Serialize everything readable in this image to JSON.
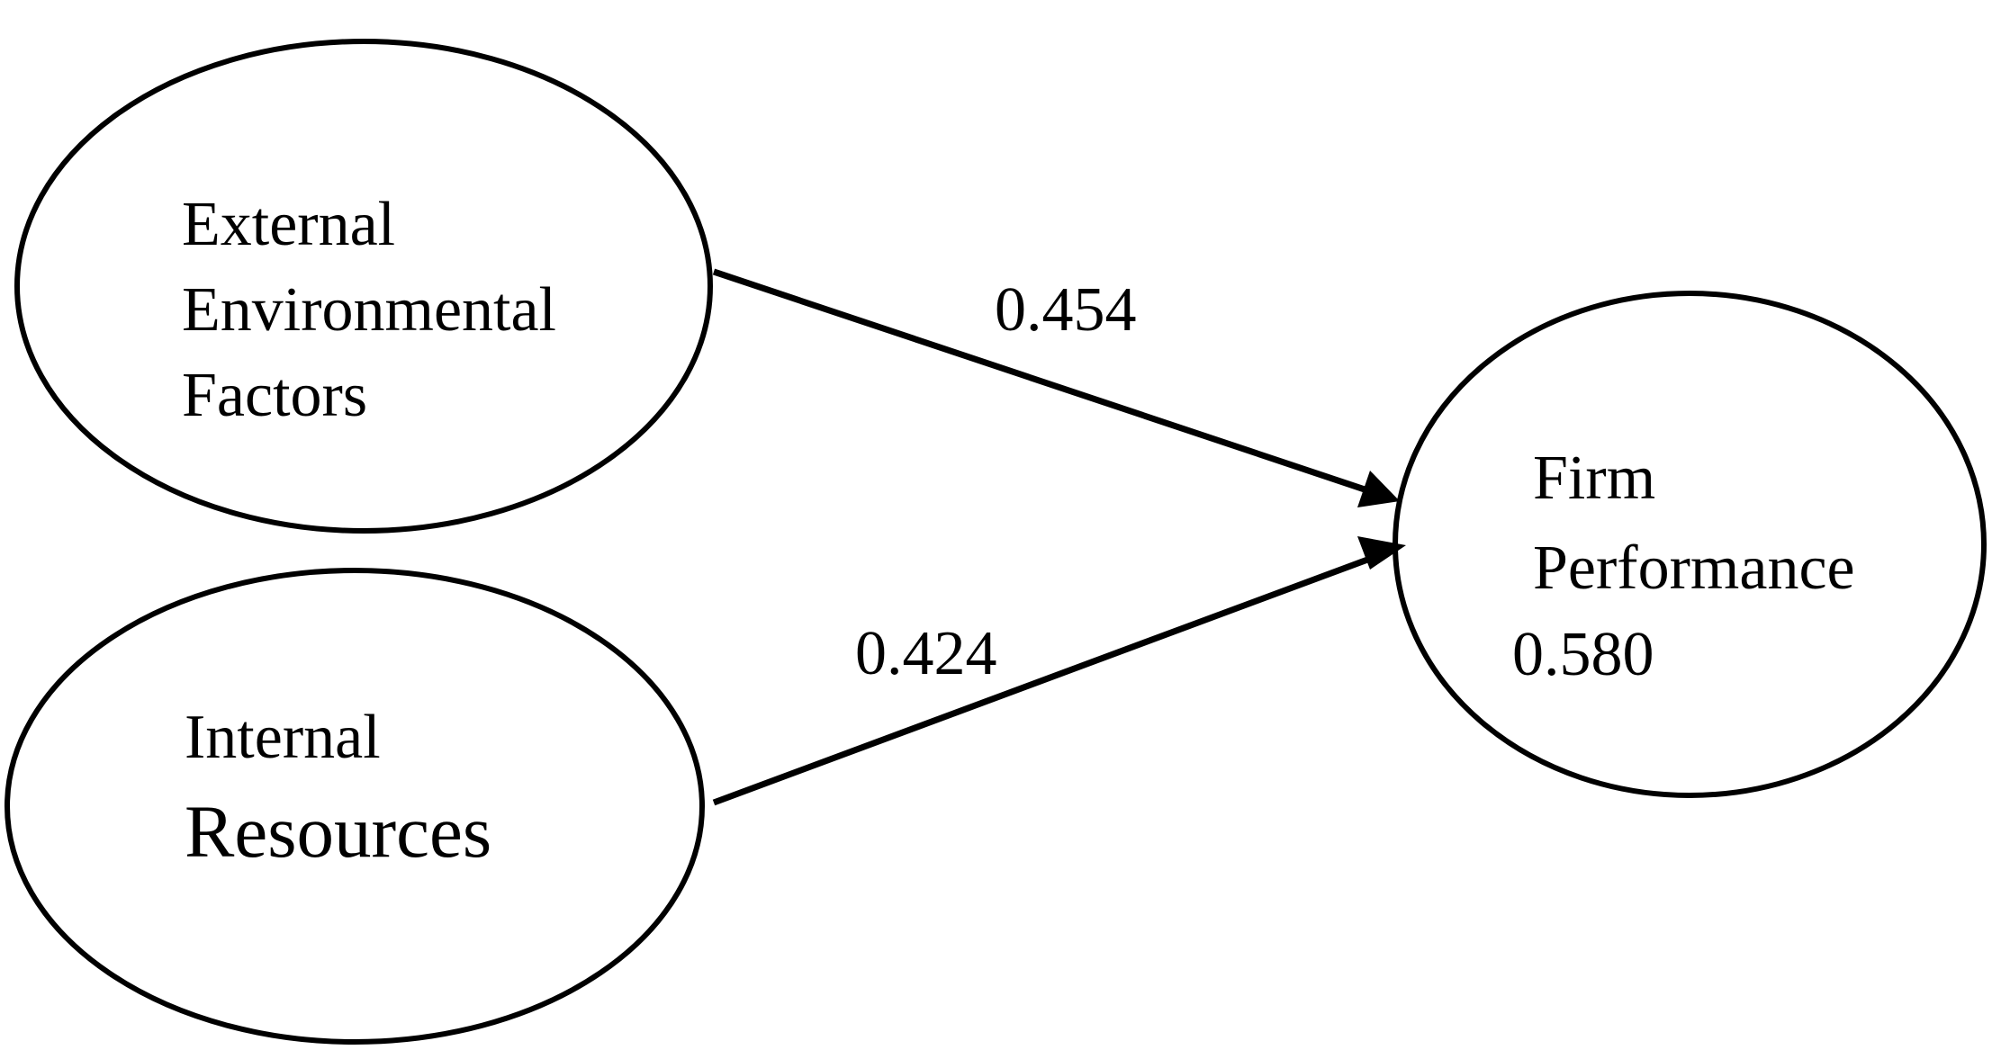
{
  "nodes": {
    "external": {
      "line1": "External",
      "line2": "Environmental",
      "line3": "Factors"
    },
    "internal": {
      "line1": "Internal",
      "line2": "Resources"
    },
    "firm": {
      "line1": "Firm",
      "line2": "Performance",
      "r_squared": "0.580"
    }
  },
  "paths": [
    {
      "from": "External Environmental Factors",
      "to": "Firm Performance",
      "coefficient": "0.454"
    },
    {
      "from": "Internal Resources",
      "to": "Firm Performance",
      "coefficient": "0.424"
    }
  ],
  "colors": {
    "stroke": "#000000",
    "background": "#ffffff"
  }
}
